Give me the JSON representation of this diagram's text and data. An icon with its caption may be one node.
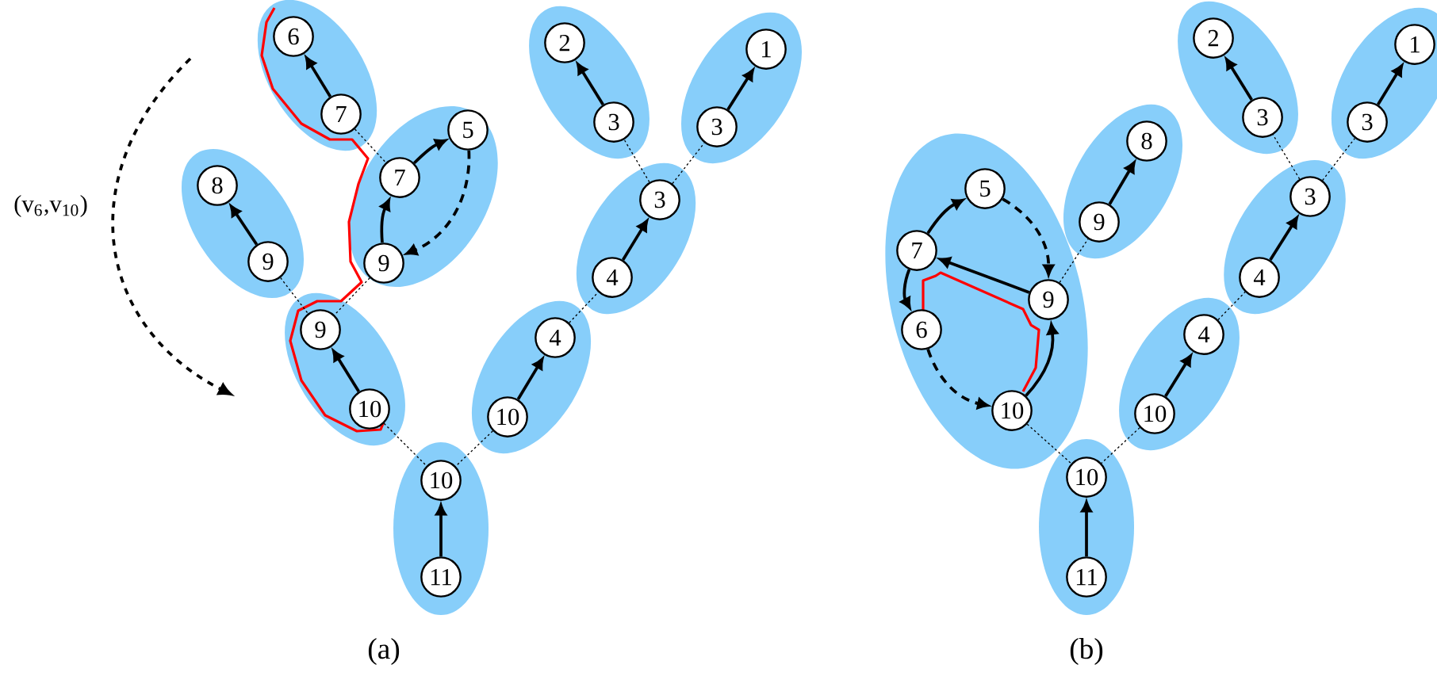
{
  "diagram": {
    "nodes": [
      {
        "text": [],
        "shape": "ellipse"
      },
      {
        "text": [
          "6"
        ],
        "in": 0
      },
      {
        "text": [
          "7"
        ],
        "in": 0
      },
      {
        "text": [],
        "shape": "ellipse"
      },
      {
        "text": [
          "2"
        ],
        "in": 3
      },
      {
        "text": [
          "3"
        ],
        "in": 3
      },
      {
        "text": [],
        "shape": "ellipse"
      },
      {
        "text": [
          "3"
        ],
        "in": 6
      },
      {
        "text": [
          "1"
        ],
        "in": 6
      },
      {
        "text": [],
        "shape": "ellipse"
      },
      {
        "text": [
          "5"
        ],
        "in": 9
      },
      {
        "text": [
          "7"
        ],
        "in": 9
      },
      {
        "text": [
          "9"
        ],
        "in": 9
      },
      {
        "text": [],
        "shape": "ellipse"
      },
      {
        "text": [
          "8"
        ],
        "in": 13
      },
      {
        "text": [
          "9"
        ],
        "in": 13
      },
      {
        "text": [],
        "shape": "ellipse"
      },
      {
        "text": [
          "3"
        ],
        "in": 16
      },
      {
        "text": [
          "4"
        ],
        "in": 16
      },
      {
        "text": [],
        "shape": "ellipse"
      },
      {
        "text": [
          "9"
        ],
        "in": 19
      },
      {
        "text": [
          "10"
        ],
        "in": 19
      },
      {
        "text": [],
        "shape": "ellipse"
      },
      {
        "text": [
          "4"
        ],
        "in": 22
      },
      {
        "text": [
          "10"
        ],
        "in": 22
      },
      {
        "text": [],
        "shape": "ellipse"
      },
      {
        "text": [
          "10"
        ],
        "in": 25
      },
      {
        "text": [
          "11"
        ],
        "in": 25
      },
      {
        "text": [],
        "shape": "ellipse"
      },
      {
        "text": [
          "2"
        ],
        "in": 28
      },
      {
        "text": [
          "3"
        ],
        "in": 28
      },
      {
        "text": [],
        "shape": "ellipse"
      },
      {
        "text": [
          "1"
        ],
        "in": 31
      },
      {
        "text": [
          "3"
        ],
        "in": 31
      },
      {
        "text": [],
        "shape": "ellipse"
      },
      {
        "text": [
          "8"
        ],
        "in": 34
      },
      {
        "text": [
          "9"
        ],
        "in": 34
      },
      {
        "text": [],
        "shape": "ellipse"
      },
      {
        "text": [
          "3"
        ],
        "in": 37
      },
      {
        "text": [
          "4"
        ],
        "in": 37
      },
      {
        "text": [],
        "shape": "ellipse"
      },
      {
        "text": [
          "5"
        ],
        "in": 40
      },
      {
        "text": [
          "7"
        ],
        "in": 40
      },
      {
        "text": [
          "9"
        ],
        "in": 40
      },
      {
        "text": [
          "6"
        ],
        "in": 40
      },
      {
        "text": [
          "10"
        ],
        "in": 40
      },
      {
        "text": [],
        "shape": "ellipse"
      },
      {
        "text": [
          "4"
        ],
        "in": 46
      },
      {
        "text": [
          "10"
        ],
        "in": 46
      },
      {
        "text": [],
        "shape": "ellipse"
      },
      {
        "text": [
          "10"
        ],
        "in": 49
      },
      {
        "text": [
          "11"
        ],
        "in": 49
      }
    ],
    "edges": [
      {
        "from": 2,
        "to": 1,
        "arrow": "to"
      },
      {
        "from": 5,
        "to": 4,
        "arrow": "to"
      },
      {
        "from": 7,
        "to": 8,
        "arrow": "to"
      },
      {
        "from": 12,
        "to": 11,
        "arrow": "to"
      },
      {
        "from": 11,
        "to": 10,
        "arrow": "to"
      },
      {
        "from": 10,
        "to": 12,
        "arrow": "to",
        "style": "dashed"
      },
      {
        "from": 15,
        "to": 14,
        "arrow": "to"
      },
      {
        "from": 18,
        "to": 17,
        "arrow": "to"
      },
      {
        "from": 21,
        "to": 20,
        "arrow": "to"
      },
      {
        "from": 24,
        "to": 23,
        "arrow": "to"
      },
      {
        "from": 27,
        "to": 26,
        "arrow": "to"
      },
      {
        "from": 2,
        "to": 11,
        "arrow": "none",
        "style": "dashed"
      },
      {
        "from": 12,
        "to": 20,
        "arrow": "none",
        "style": "dashed"
      },
      {
        "from": 15,
        "to": 20,
        "arrow": "none",
        "style": "dashed"
      },
      {
        "from": 21,
        "to": 26,
        "arrow": "none",
        "style": "dashed"
      },
      {
        "from": 24,
        "to": 26,
        "arrow": "none",
        "style": "dashed"
      },
      {
        "from": 23,
        "to": 18,
        "arrow": "none",
        "style": "dashed"
      },
      {
        "from": 17,
        "to": 5,
        "arrow": "none",
        "style": "dashed"
      },
      {
        "from": 17,
        "to": 7,
        "arrow": "none",
        "style": "dashed"
      },
      {
        "from": 30,
        "to": 29,
        "arrow": "to"
      },
      {
        "from": 33,
        "to": 32,
        "arrow": "to"
      },
      {
        "from": 36,
        "to": 35,
        "arrow": "to"
      },
      {
        "from": 39,
        "to": 38,
        "arrow": "to"
      },
      {
        "from": 42,
        "to": 41,
        "arrow": "to"
      },
      {
        "from": 41,
        "to": 43,
        "arrow": "to",
        "style": "dashed"
      },
      {
        "from": 43,
        "to": 42,
        "arrow": "to"
      },
      {
        "from": 42,
        "to": 44,
        "arrow": "to"
      },
      {
        "from": 44,
        "to": 45,
        "arrow": "to",
        "style": "dashed"
      },
      {
        "from": 45,
        "to": 43,
        "arrow": "to"
      },
      {
        "from": 48,
        "to": 47,
        "arrow": "to"
      },
      {
        "from": 51,
        "to": 50,
        "arrow": "to"
      },
      {
        "from": 43,
        "to": 36,
        "arrow": "none",
        "style": "dashed"
      },
      {
        "from": 45,
        "to": 50,
        "arrow": "none",
        "style": "dashed"
      },
      {
        "from": 48,
        "to": 50,
        "arrow": "none",
        "style": "dashed"
      },
      {
        "from": 47,
        "to": 39,
        "arrow": "none",
        "style": "dashed"
      },
      {
        "from": 38,
        "to": 30,
        "arrow": "none",
        "style": "dashed"
      },
      {
        "from": 38,
        "to": 33,
        "arrow": "none",
        "style": "dashed"
      }
    ],
    "labels": [
      "(v$_{6}$,v$_{10}$)",
      "(a)",
      "(b)"
    ]
  }
}
